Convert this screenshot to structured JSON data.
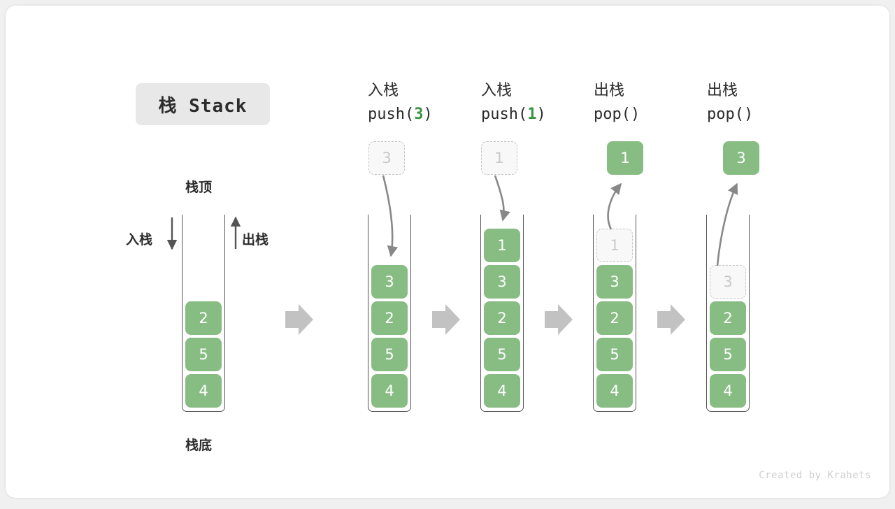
{
  "card": {
    "title_chip": "栈 Stack",
    "credit": "Created by Krahets",
    "colors": {
      "cell_green": "#87bd83",
      "accent_green": "#3a9142",
      "chip_gray": "#e8e8e8",
      "ghost_border": "#c4c4c4",
      "arrow_gray": "#888888",
      "outline": "#555555"
    }
  },
  "legend": {
    "top_label": "栈顶",
    "bottom_label": "栈底",
    "push_label": "入栈",
    "pop_label": "出栈"
  },
  "stages": [
    {
      "id": "initial",
      "head_line1": "",
      "head_line2": "",
      "head_arg": "",
      "floating": null,
      "cells": [
        {
          "value": "2",
          "state": "filled"
        },
        {
          "value": "5",
          "state": "filled"
        },
        {
          "value": "4",
          "state": "filled"
        }
      ]
    },
    {
      "id": "push-3",
      "head_line1": "入栈",
      "head_line2_prefix": "push(",
      "head_arg": "3",
      "head_line2_suffix": ")",
      "floating": {
        "value": "3",
        "state": "ghost"
      },
      "cells": [
        {
          "value": "3",
          "state": "filled"
        },
        {
          "value": "2",
          "state": "filled"
        },
        {
          "value": "5",
          "state": "filled"
        },
        {
          "value": "4",
          "state": "filled"
        }
      ]
    },
    {
      "id": "push-1",
      "head_line1": "入栈",
      "head_line2_prefix": "push(",
      "head_arg": "1",
      "head_line2_suffix": ")",
      "floating": {
        "value": "1",
        "state": "ghost"
      },
      "cells": [
        {
          "value": "1",
          "state": "filled"
        },
        {
          "value": "3",
          "state": "filled"
        },
        {
          "value": "2",
          "state": "filled"
        },
        {
          "value": "5",
          "state": "filled"
        },
        {
          "value": "4",
          "state": "filled"
        }
      ]
    },
    {
      "id": "pop-1",
      "head_line1": "出栈",
      "head_line2_prefix": "pop(",
      "head_arg": "",
      "head_line2_suffix": ")",
      "floating": {
        "value": "1",
        "state": "filled"
      },
      "cells": [
        {
          "value": "1",
          "state": "ghost"
        },
        {
          "value": "3",
          "state": "filled"
        },
        {
          "value": "2",
          "state": "filled"
        },
        {
          "value": "5",
          "state": "filled"
        },
        {
          "value": "4",
          "state": "filled"
        }
      ]
    },
    {
      "id": "pop-2",
      "head_line1": "出栈",
      "head_line2_prefix": "pop(",
      "head_arg": "",
      "head_line2_suffix": ")",
      "floating": {
        "value": "3",
        "state": "filled"
      },
      "cells": [
        {
          "value": "3",
          "state": "ghost"
        },
        {
          "value": "2",
          "state": "filled"
        },
        {
          "value": "5",
          "state": "filled"
        },
        {
          "value": "4",
          "state": "filled"
        }
      ]
    }
  ],
  "separators": [
    "arrow-1",
    "arrow-2",
    "arrow-3",
    "arrow-4"
  ]
}
